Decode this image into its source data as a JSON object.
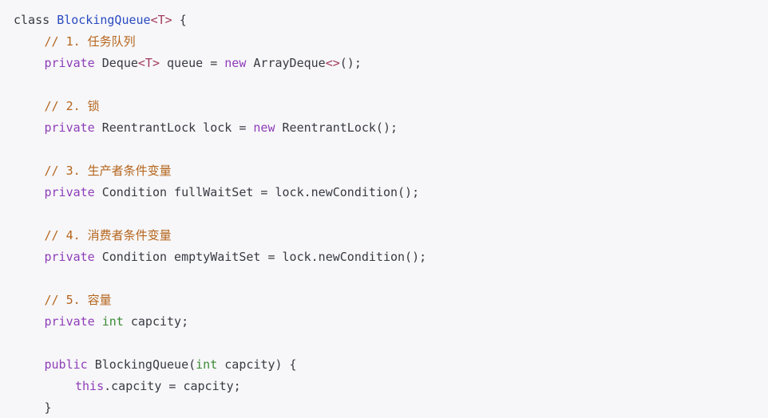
{
  "code": {
    "line1": {
      "kw": "class",
      "name": "BlockingQueue",
      "generic": "<T>",
      "rest": " {"
    },
    "c1": "// 1. 任务队列",
    "line2": {
      "kw": "private",
      "type": " Deque",
      "generic": "<T>",
      "mid": " queue = ",
      "new": "new",
      "tail1": " ArrayDeque",
      "generic2": "<>",
      "tail2": "();"
    },
    "c2": "// 2. 锁",
    "line3": {
      "kw": "private",
      "mid": " ReentrantLock lock = ",
      "new": "new",
      "tail": " ReentrantLock();"
    },
    "c3": "// 3. 生产者条件变量",
    "line4": {
      "kw": "private",
      "tail": " Condition fullWaitSet = lock.newCondition();"
    },
    "c4": "// 4. 消费者条件变量",
    "line5": {
      "kw": "private",
      "tail": " Condition emptyWaitSet = lock.newCondition();"
    },
    "c5": "// 5. 容量",
    "line6": {
      "kw": "private",
      "int": " int",
      "tail": " capcity;"
    },
    "line7": {
      "kw": "public",
      "mid": " BlockingQueue(",
      "int": "int",
      "tail": " capcity) {"
    },
    "line8": {
      "this": "this",
      "tail": ".capcity = capcity;"
    },
    "line9": "}"
  }
}
